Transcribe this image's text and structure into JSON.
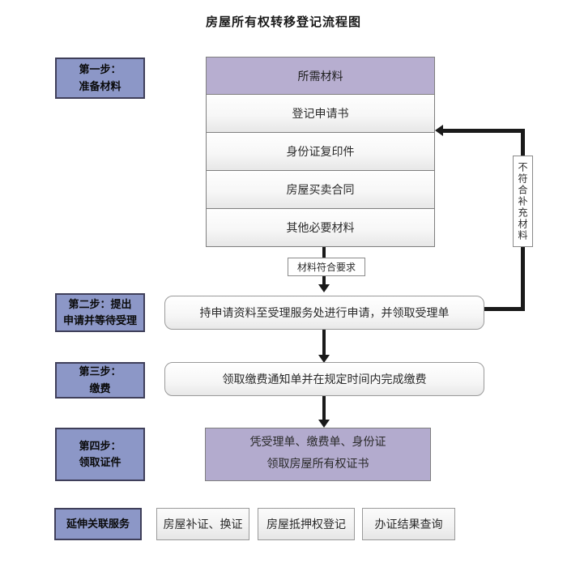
{
  "title": "房屋所有权转移登记流程图",
  "left_steps": {
    "step1": "第一步：\n准备材料",
    "step2": "第二步：提出\n申请并等待受理",
    "step3": "第三步：\n缴费",
    "step4": "第四步：\n领取证件",
    "services": "延伸关联服务"
  },
  "materials": {
    "header": "所需材料",
    "items": [
      "登记申请书",
      "身份证复印件",
      "房屋买卖合同",
      "其他必要材料"
    ]
  },
  "process": {
    "pass_label": "材料符合要求",
    "fail_label": "不符合补充材料",
    "apply": "持申请资料至受理服务处进行申请，并领取受理单",
    "pay": "领取缴费通知单并在规定时间内完成缴费",
    "receive": "凭受理单、缴费单、身份证\n领取房屋所有权证书"
  },
  "services": [
    "房屋补证、换证",
    "房屋抵押权登记",
    "办证结果查询"
  ],
  "colors": {
    "step_box": "#8c97c7",
    "materials_header": "#b7aed0",
    "certificate_box": "#b3abce",
    "arrow": "#1a1a1a"
  }
}
